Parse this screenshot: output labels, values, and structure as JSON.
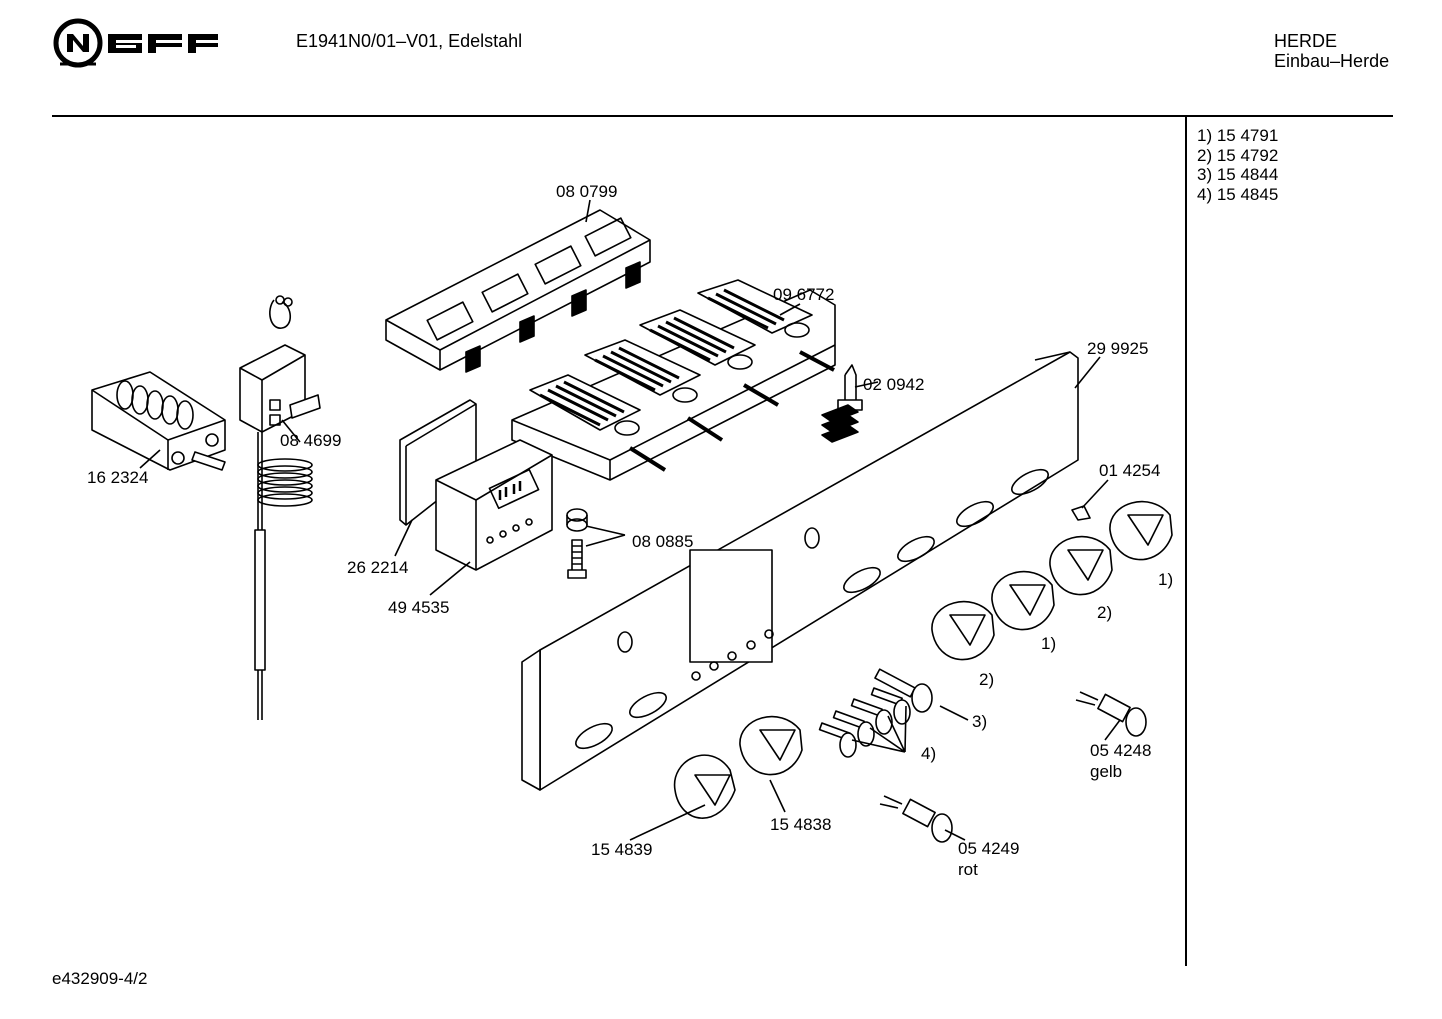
{
  "header": {
    "brand": "NEFF",
    "model": "E1941N0/01–V01, Edelstahl",
    "category": "HERDE",
    "subcategory": "Einbau–Herde"
  },
  "reference_list": [
    "1)  15 4791",
    "2)  15 4792",
    "3)  15 4844",
    "4)  15 4845"
  ],
  "parts": [
    {
      "id": "p1",
      "label": "08 0799"
    },
    {
      "id": "p2",
      "label": "09 6772"
    },
    {
      "id": "p3",
      "label": "29 9925"
    },
    {
      "id": "p4",
      "label": "02 0942"
    },
    {
      "id": "p5",
      "label": "08 4699"
    },
    {
      "id": "p6",
      "label": "16 2324"
    },
    {
      "id": "p7",
      "label": "01 4254"
    },
    {
      "id": "p8",
      "label": "08 0885"
    },
    {
      "id": "p9",
      "label": "26 2214"
    },
    {
      "id": "p10",
      "label": "49 4535"
    },
    {
      "id": "p11",
      "label": "05 4248"
    },
    {
      "id": "p12",
      "label": "15 4838"
    },
    {
      "id": "p13",
      "label": "15 4839"
    },
    {
      "id": "p14",
      "label": "05 4249"
    }
  ],
  "colors_text": [
    "gelb",
    "rot"
  ],
  "refs_on_drawing": [
    "1)",
    "2)",
    "1)",
    "2)",
    "3)",
    "4)"
  ],
  "footer": {
    "doc_id": "e432909-4/2"
  }
}
